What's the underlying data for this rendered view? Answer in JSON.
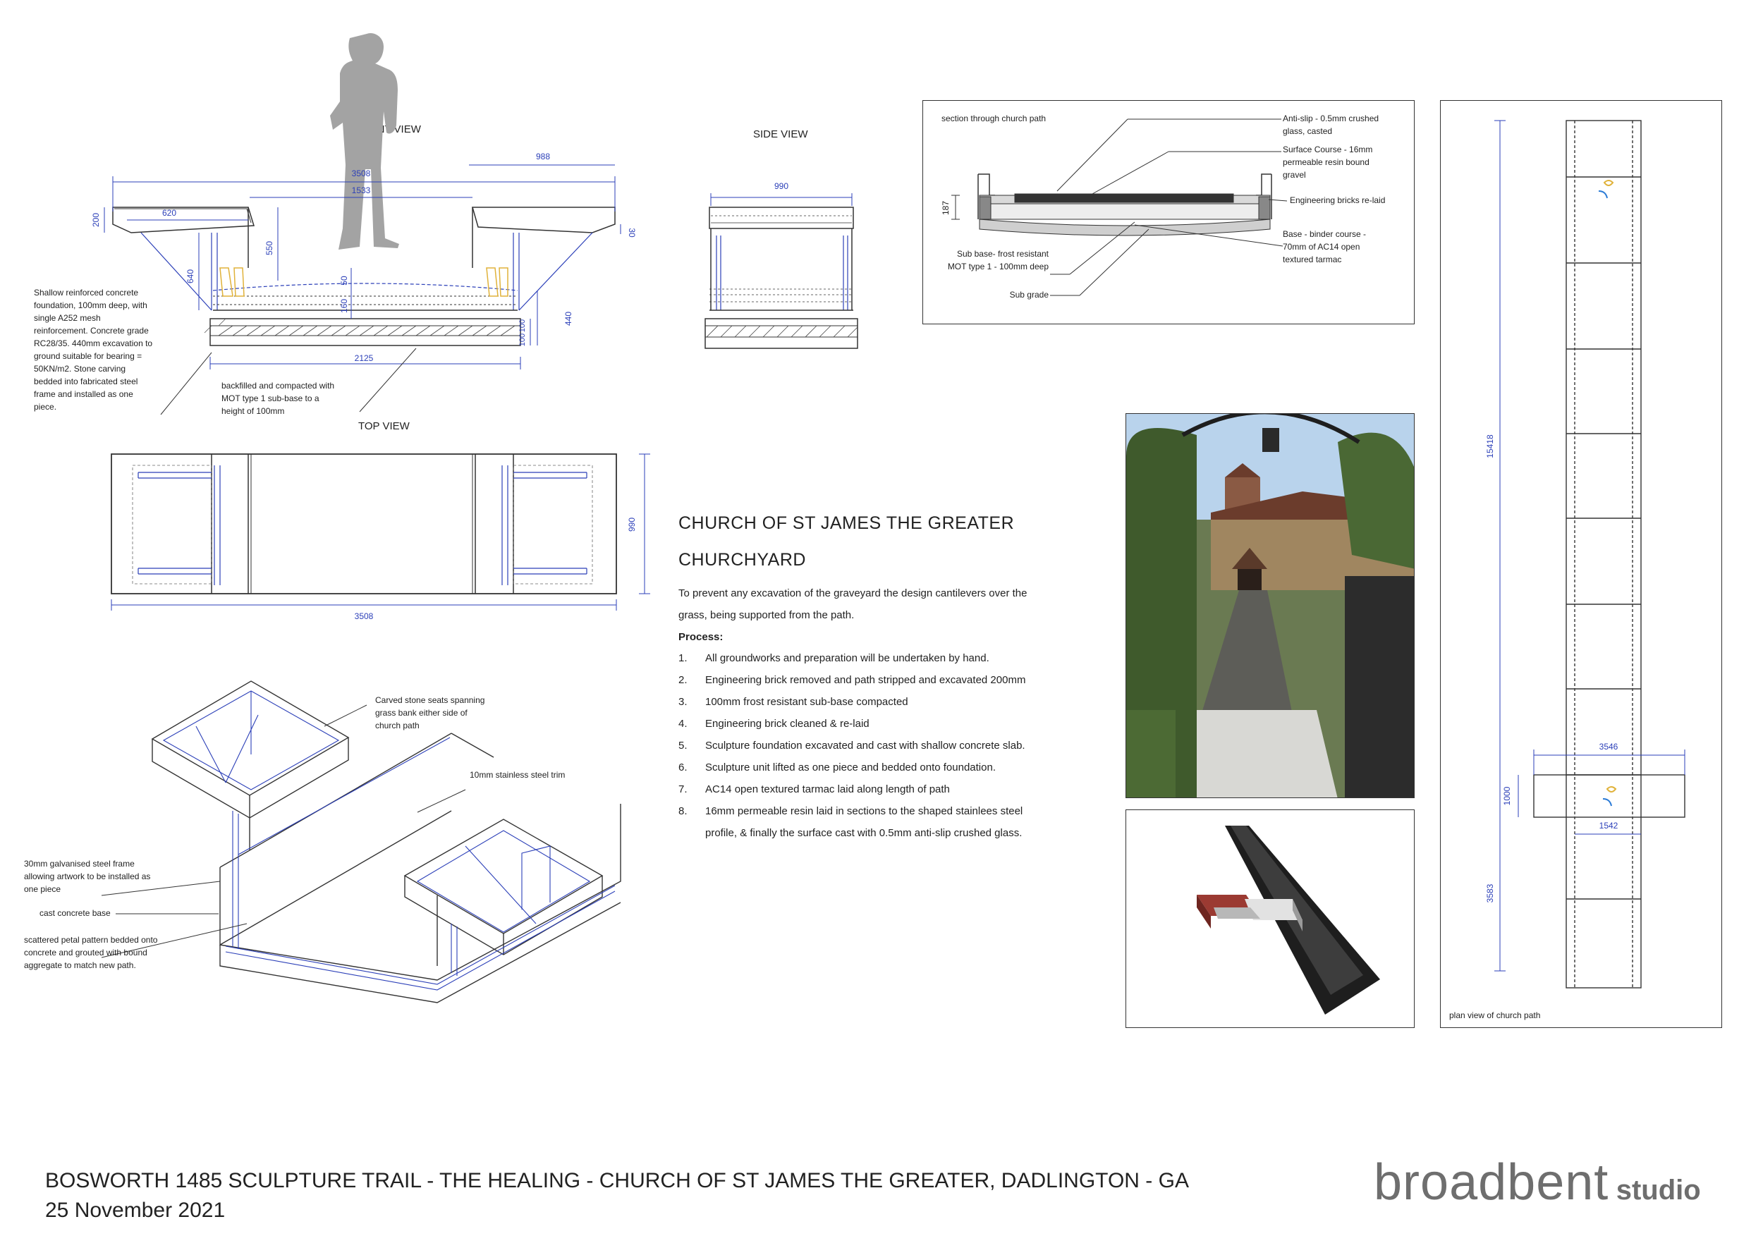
{
  "front_view": {
    "title": "FRONT VIEW",
    "dims": {
      "d988": "988",
      "d3508": "3508",
      "d1533": "1533",
      "d620": "620",
      "d200": "200",
      "d30": "30",
      "d550": "550",
      "d640": "640",
      "d50": "50",
      "d160": "160",
      "d100a": "100",
      "d100b": "100",
      "d440": "440",
      "d2125": "2125"
    },
    "foundation_note": "Shallow reinforced concrete foundation, 100mm deep, with single A252 mesh reinforcement. Concrete grade RC28/35. 440mm excavation to ground suitable for bearing = 50KN/m2. Stone carving bedded into fabricated steel frame and installed as one piece.",
    "backfill_note": "backfilled and compacted with MOT type 1 sub-base to a height of 100mm"
  },
  "side_view": {
    "title": "SIDE VIEW",
    "dims": {
      "d990": "990"
    }
  },
  "top_view": {
    "title": "TOP VIEW",
    "dims": {
      "d990": "990",
      "d3508": "3508"
    }
  },
  "section": {
    "title": "section through church path",
    "dims": {
      "d187": "187"
    },
    "labels": {
      "anti_slip": "Anti-slip - 0.5mm crushed glass, casted",
      "surface_course": "Surface Course - 16mm permeable resin bound gravel",
      "bricks": "Engineering bricks re-laid",
      "base": "Base - binder course - 70mm of AC14 open textured tarmac",
      "sub_base": "Sub base- frost resistant MOT type 1 - 100mm deep",
      "sub_grade": "Sub grade"
    }
  },
  "iso_view": {
    "labels": {
      "carved_stone": "Carved stone seats spanning grass bank either side of church path",
      "trim": "10mm stainless steel trim",
      "steel_frame": "30mm galvanised steel frame allowing artwork to be installed as one piece",
      "concrete_base": "cast concrete base",
      "petal": "scattered petal pattern bedded onto concrete and grouted with bound aggregate to match new path."
    }
  },
  "description": {
    "heading_line1": "CHURCH OF ST JAMES THE GREATER",
    "heading_line2": "CHURCHYARD",
    "intro": "To prevent any excavation of the graveyard the  design cantilevers over the grass, being supported from the path.",
    "process_label": "Process:",
    "steps": [
      {
        "n": "1.",
        "text": "All groundworks and preparation will be undertaken by hand."
      },
      {
        "n": "2.",
        "text": "Engineering brick removed and path stripped and excavated 200mm"
      },
      {
        "n": "3.",
        "text": "100mm frost resistant sub-base compacted"
      },
      {
        "n": "4.",
        "text": "Engineering brick cleaned & re-laid"
      },
      {
        "n": "5.",
        "text": "Sculpture foundation excavated and cast with shallow concrete slab."
      },
      {
        "n": "6.",
        "text": "Sculpture unit lifted as one piece and bedded onto foundation."
      },
      {
        "n": "7.",
        "text": "AC14 open textured tarmac laid along length of path"
      },
      {
        "n": "8.",
        "text": "16mm permeable resin laid in sections to the shaped stainlees steel profile, & finally the surface cast with 0.5mm anti-slip crushed glass."
      }
    ]
  },
  "plan_view": {
    "title": "plan view of church path",
    "dims": {
      "d15418": "15418",
      "d3546": "3546",
      "d1000": "1000",
      "d1542": "1542",
      "d3583": "3583"
    }
  },
  "footer": {
    "title": "BOSWORTH 1485 SCULPTURE TRAIL -  THE HEALING -  CHURCH OF ST JAMES THE GREATER, DADLINGTON - GA",
    "date": "25 November 2021",
    "brand_main": "broadbent",
    "brand_sub": "studio"
  },
  "colors": {
    "dimension": "#2b3fb8",
    "line": "#333333",
    "figure": "#a3a3a3",
    "brand": "#6e6e6e",
    "highlight": "#e0b23a"
  }
}
